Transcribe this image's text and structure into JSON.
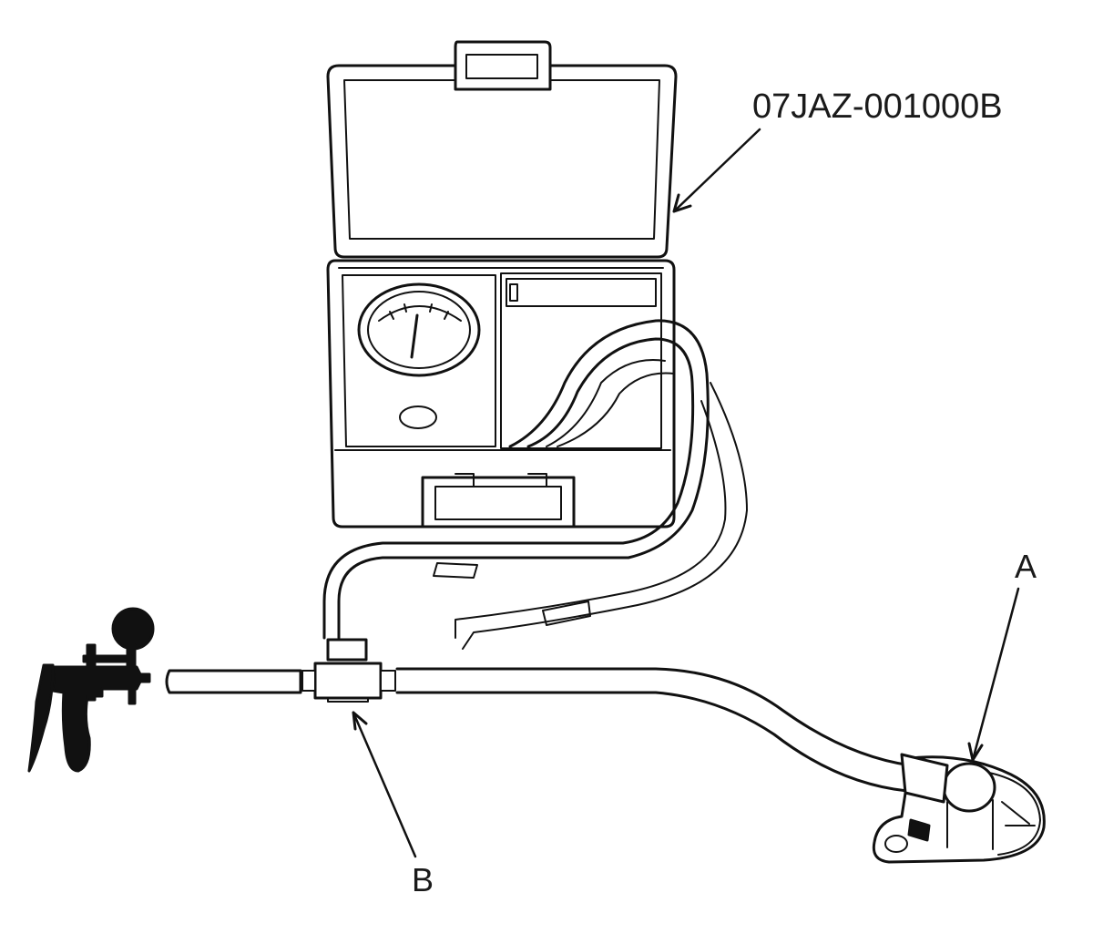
{
  "labels": {
    "part_number": "07JAZ-001000B",
    "callout_a": "A",
    "callout_b": "B"
  },
  "icons": [
    "tester-case-icon",
    "pressure-gauge-icon",
    "hand-vacuum-pump-icon",
    "t-joint-icon",
    "vacuum-diaphragm-icon"
  ]
}
